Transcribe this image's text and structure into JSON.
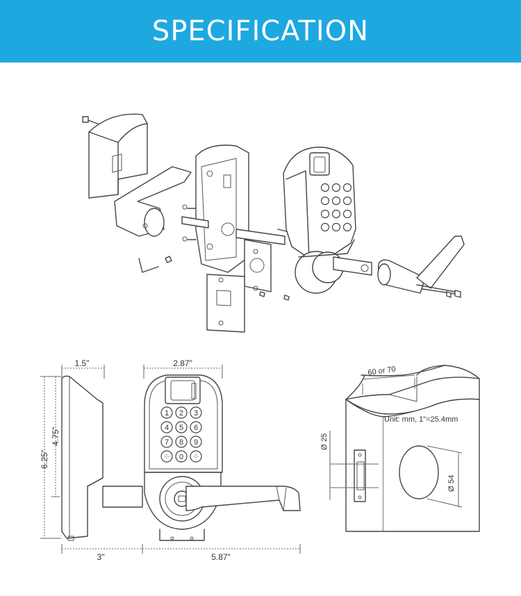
{
  "header": {
    "title": "SPECIFICATION"
  },
  "dimensions": {
    "depth": "1.5\"",
    "width": "2.87\"",
    "height_body": "4.75\"",
    "height_total": "6.25\"",
    "projection": "3\"",
    "lever_span": "5.87\""
  },
  "door_prep": {
    "backset": "60 or 70",
    "unit_note": "Unit: mm, 1\"=25.4mm",
    "latch_bore": "25",
    "cross_bore": "54",
    "diameter_symbol": "Ø"
  },
  "keypad": {
    "keys": [
      "1",
      "2",
      "3",
      "4",
      "5",
      "6",
      "7",
      "8",
      "9",
      "",
      "0",
      ""
    ]
  },
  "colors": {
    "banner": "#1da8e0",
    "line": "#444444"
  }
}
